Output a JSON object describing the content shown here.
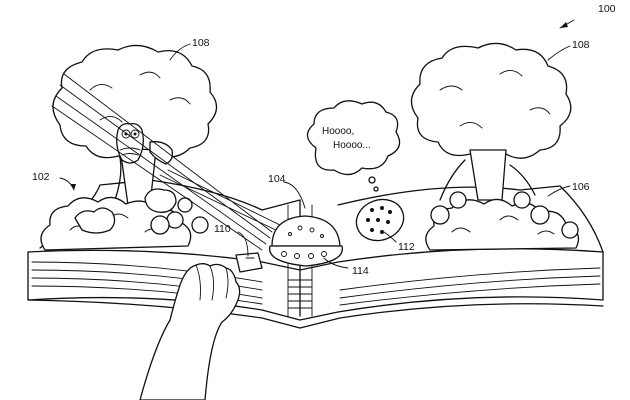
{
  "figure": {
    "refs": {
      "r100": "100",
      "r102": "102",
      "r104": "104",
      "r106": "106",
      "r108_left": "108",
      "r108_right": "108",
      "r110": "110",
      "r112": "112",
      "r114": "114"
    },
    "speech_bubble": {
      "line1": "Hoooo,",
      "line2": "Hoooo..."
    }
  }
}
